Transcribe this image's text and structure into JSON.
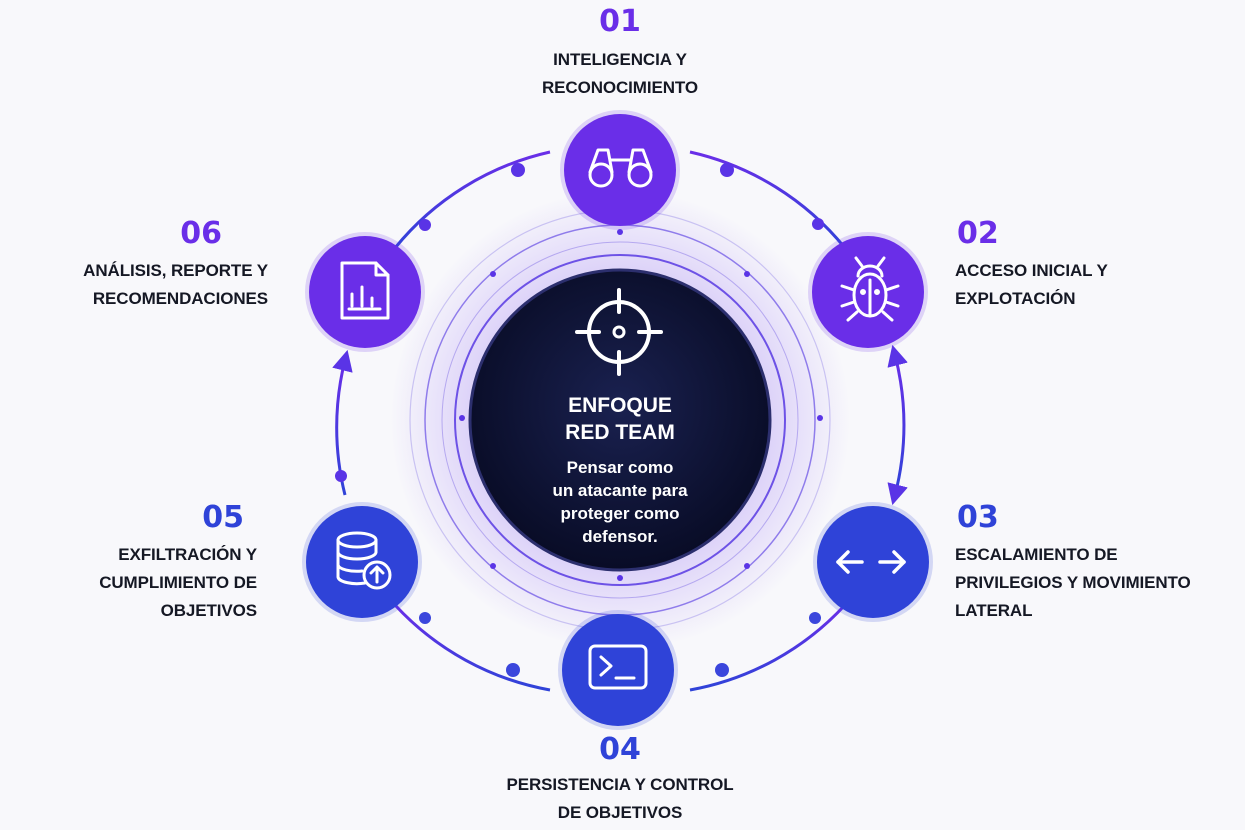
{
  "center": {
    "title_line1": "ENFOQUE",
    "title_line2": "RED TEAM",
    "subtitle_lines": [
      "Pensar como",
      "un atacante para",
      "proteger como",
      "defensor."
    ],
    "icon": "crosshair-icon"
  },
  "stages": [
    {
      "number": "01",
      "label_lines": [
        "INTELIGENCIA Y",
        "RECONOCIMIENTO"
      ],
      "icon": "binoculars-icon",
      "color": "#6a2ee8"
    },
    {
      "number": "02",
      "label_lines": [
        "ACCESO INICIAL Y",
        "EXPLOTACIÓN"
      ],
      "icon": "bug-icon",
      "color": "#6a2ee8"
    },
    {
      "number": "03",
      "label_lines": [
        "ESCALAMIENTO DE",
        "PRIVILEGIOS Y MOVIMIENTO",
        "LATERAL"
      ],
      "icon": "arrows-left-right-icon",
      "color": "#2f43d8"
    },
    {
      "number": "04",
      "label_lines": [
        "PERSISTENCIA Y CONTROL",
        "DE OBJETIVOS"
      ],
      "icon": "terminal-icon",
      "color": "#2f43d8"
    },
    {
      "number": "05",
      "label_lines": [
        "EXFILTRACIÓN Y",
        "CUMPLIMIENTO DE",
        "OBJETIVOS"
      ],
      "icon": "database-upload-icon",
      "color": "#2f43d8"
    },
    {
      "number": "06",
      "label_lines": [
        "ANÁLISIS, REPORTE Y",
        "RECOMENDACIONES"
      ],
      "icon": "report-chart-icon",
      "color": "#6a2ee8"
    }
  ],
  "colors": {
    "purple": "#6a2ee8",
    "blue": "#2f43d8",
    "center_dark": "#0c1130",
    "text": "#151824"
  }
}
